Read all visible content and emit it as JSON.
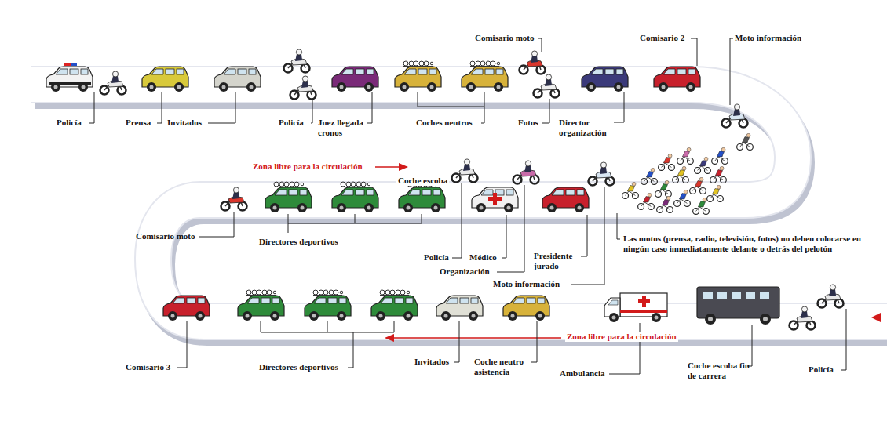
{
  "diagram": {
    "labels": [
      "Policía",
      "Prensa",
      "Invitados",
      "Policía",
      "Juez llegada cronos",
      "Coches neutros",
      "Comisario moto",
      "Fotos",
      "Director organización",
      "Comisario 2",
      "Moto información",
      "Zona libre para la circulación",
      "Coche escoba",
      "Comisario moto",
      "Directores deportivos",
      "Policía",
      "Médico",
      "Organización",
      "Presidente jurado",
      "Moto información",
      "Las motos (prensa, radio, televisión, fotos) no deben colocarse en ningún caso inmediatamente delante o detrás del pelotón",
      "Zona libre para la circulación",
      "Comisario 3",
      "Directores deportivos",
      "Invitados",
      "Coche neutro asistencia",
      "Ambulancia",
      "Coche escoba fin de carrera",
      "Policía"
    ]
  }
}
